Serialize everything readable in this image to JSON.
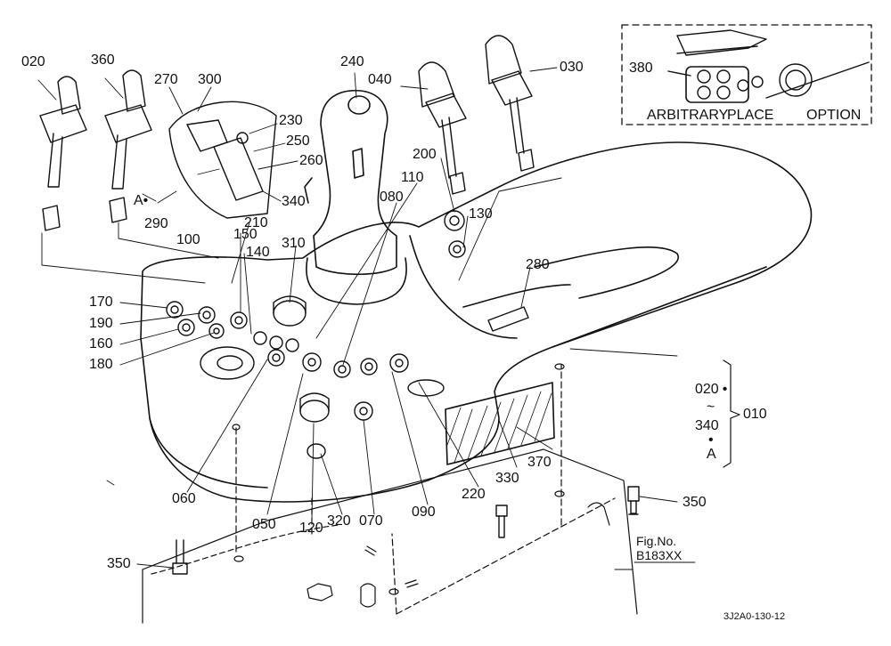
{
  "diagram": {
    "part_labels": {
      "p020": "020",
      "p360": "360",
      "p270": "270",
      "p300": "300",
      "p240": "240",
      "p040": "040",
      "p030": "030",
      "p230": "230",
      "p250": "250",
      "p260": "260",
      "p200": "200",
      "p110": "110",
      "p080": "080",
      "p130": "130",
      "pA1": "A",
      "p340": "340",
      "p290": "290",
      "p100": "100",
      "p210": "210",
      "p150": "150",
      "p310": "310",
      "p140": "140",
      "p280": "280",
      "p170": "170",
      "p190": "190",
      "p160": "160",
      "p180": "180",
      "p020b": "020",
      "p340b": "340",
      "pA2": "A",
      "p010": "010",
      "p370": "370",
      "p330": "330",
      "p220": "220",
      "p090": "090",
      "p070": "070",
      "p320": "320",
      "p120": "120",
      "p050": "050",
      "p060": "060",
      "p350a": "350",
      "p350b": "350"
    },
    "range_tilde": "~",
    "range_dots": [
      "•",
      "•"
    ],
    "marker_A_dot": "•",
    "inset": {
      "label_380": "380",
      "caption_arbitrary": "ARBITRARY",
      "caption_place": "PLACE",
      "caption_option": "OPTION"
    },
    "fig_ref": {
      "line1": "Fig.No.",
      "line2": "B183XX"
    },
    "drawing_code": "3J2A0-130-12"
  }
}
